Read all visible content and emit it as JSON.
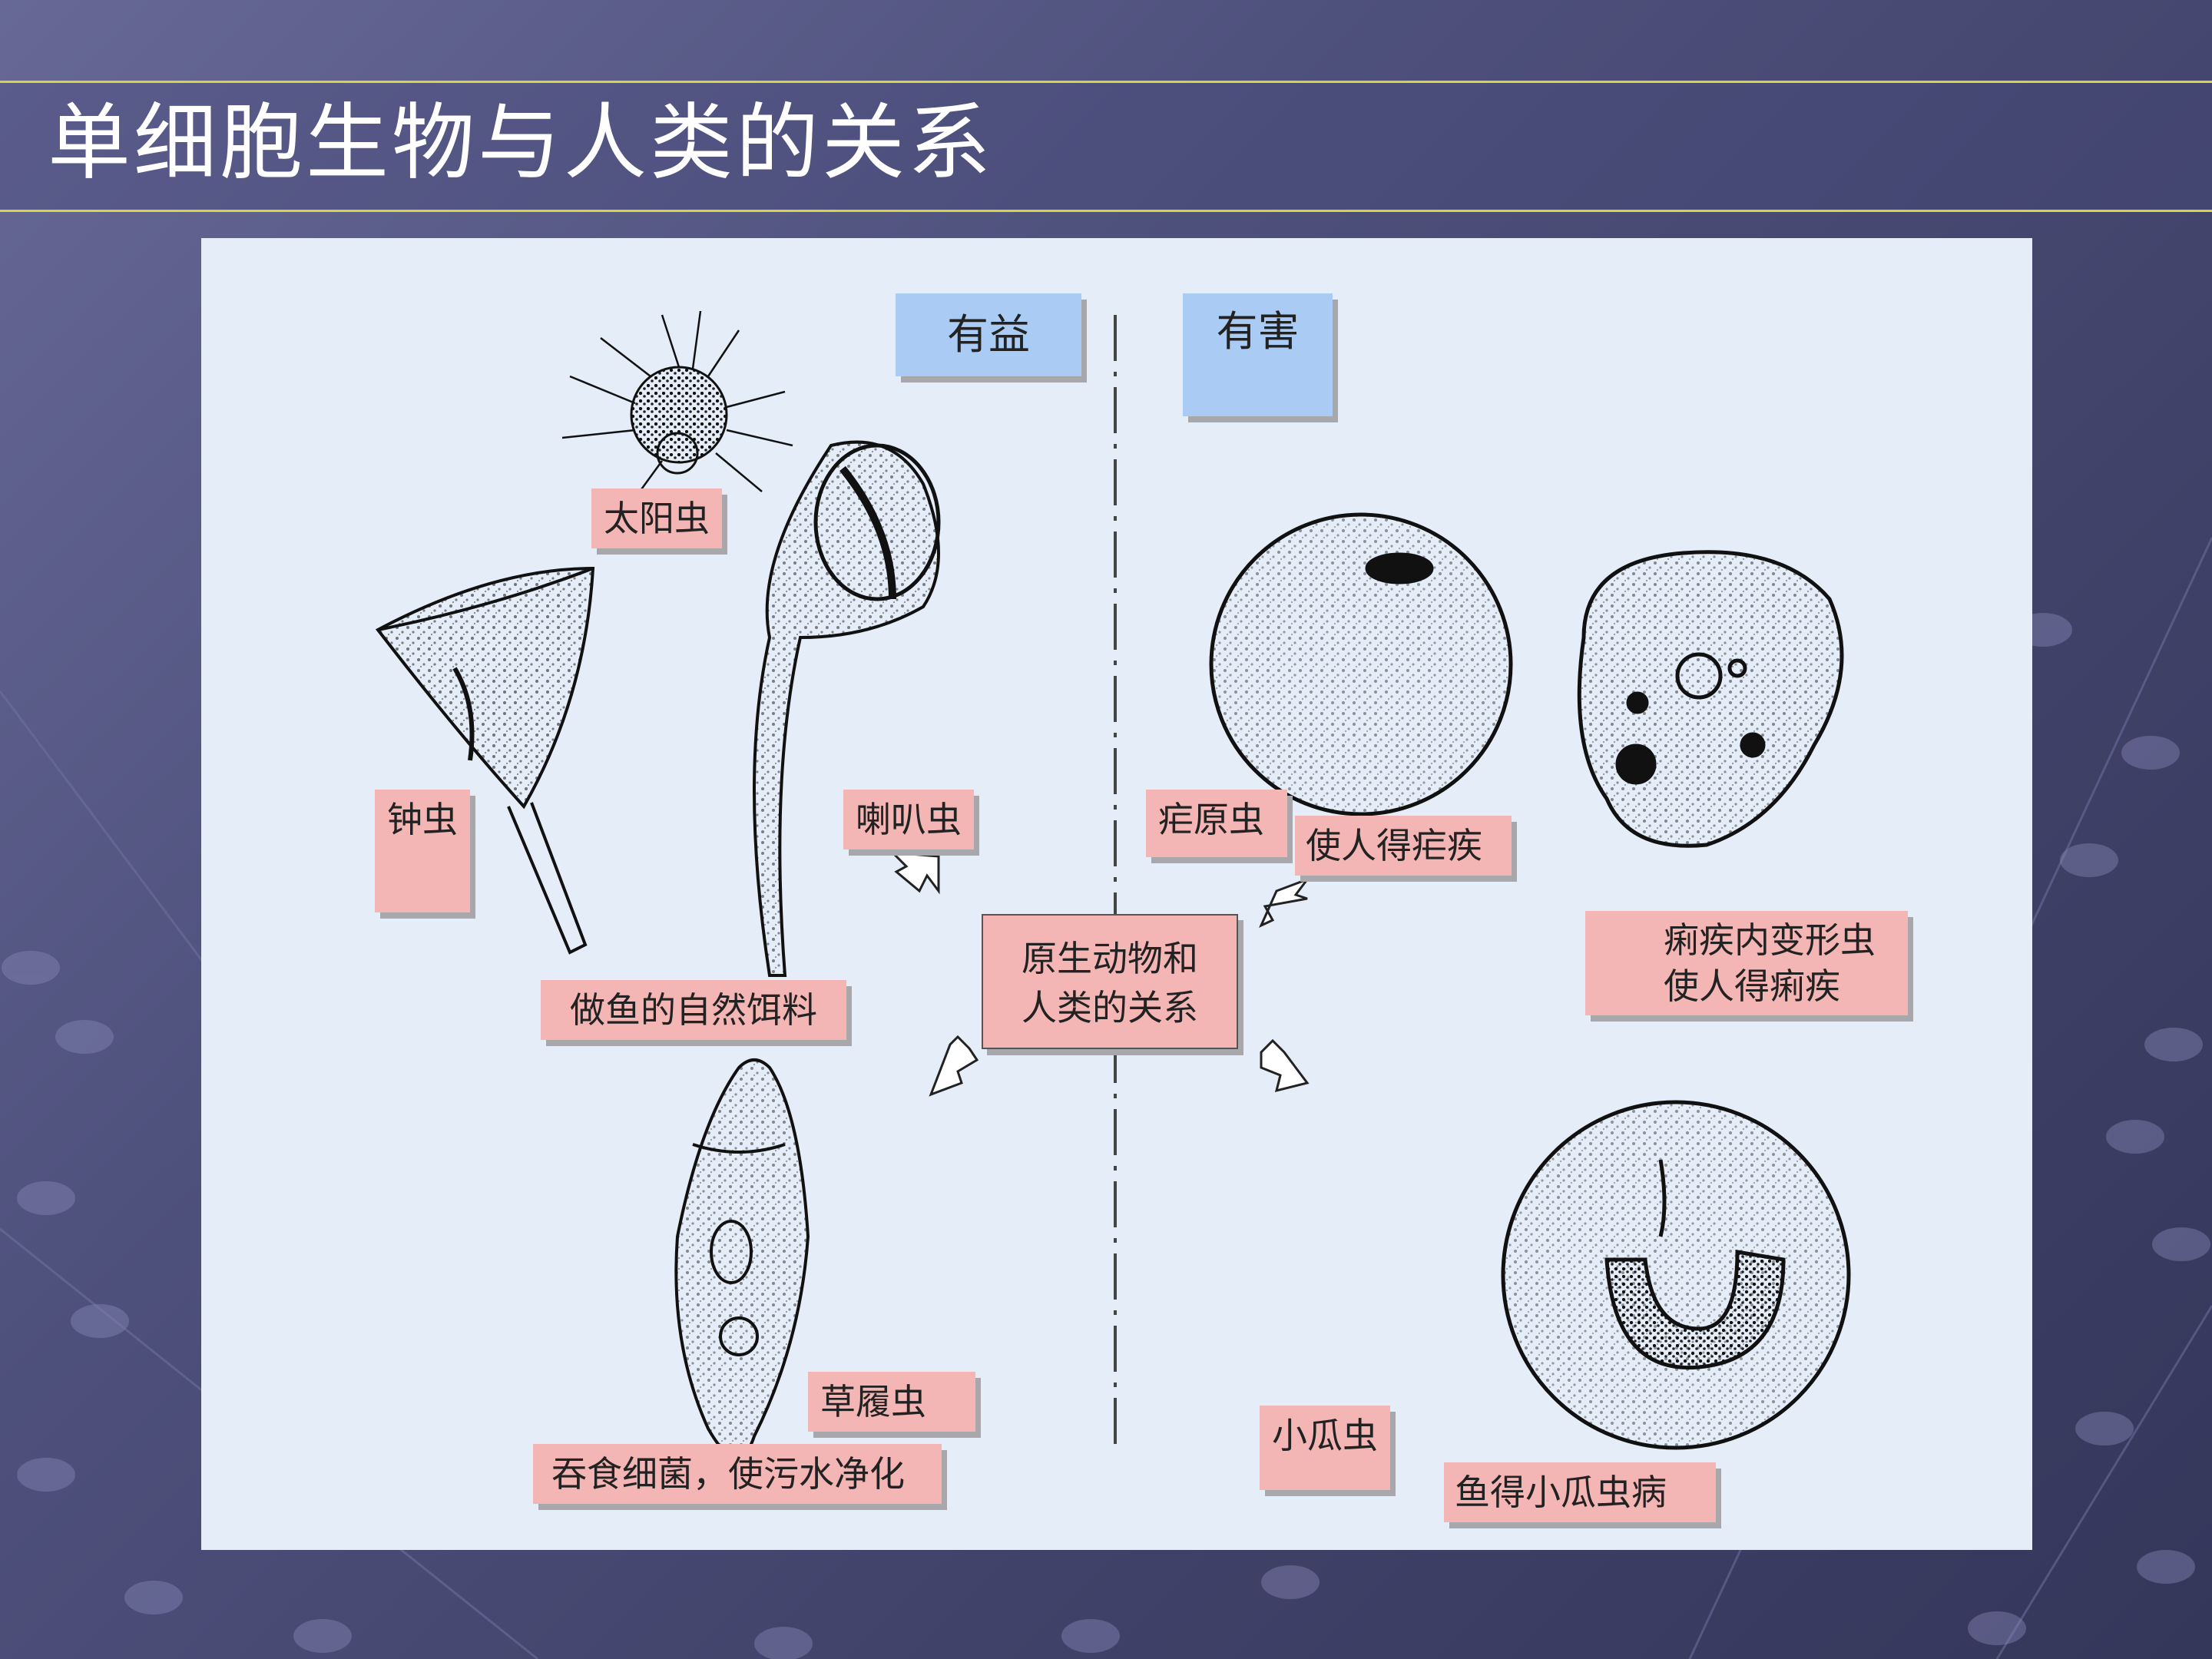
{
  "slide": {
    "title": "单细胞生物与人类的关系"
  },
  "diagram": {
    "headers": {
      "beneficial": "有益",
      "harmful": "有害"
    },
    "center": {
      "line1": "原生动物和",
      "line2": "人类的关系"
    },
    "beneficial_organisms": {
      "heliozoa": "太阳虫",
      "vorticella": "钟虫",
      "stentor": "喇叭虫",
      "fish_food": "做鱼的自然饵料",
      "paramecium": "草履虫",
      "paramecium_effect": "吞食细菌，使污水净化"
    },
    "harmful_organisms": {
      "plasmodium": "疟原虫",
      "plasmodium_effect": "使人得疟疾",
      "entamoeba_line1": "痢疾内变形虫",
      "entamoeba_line2": "使人得痢疾",
      "ichthyophthirius": "小瓜虫",
      "ichthyophthirius_effect": "鱼得小瓜虫病"
    }
  },
  "colors": {
    "header_bg": "#a9cbf4",
    "label_bg": "#f4b5b5",
    "panel_bg": "#e4edf8",
    "rule_yellow": "#d8d24a"
  }
}
